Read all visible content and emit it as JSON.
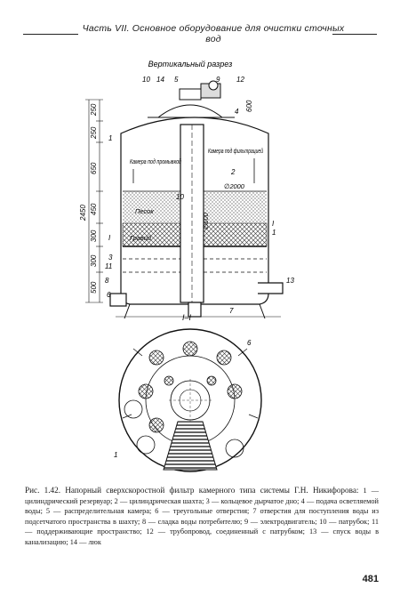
{
  "header": {
    "title": "Часть VII. Основное оборудование для очистки сточных вод"
  },
  "figure": {
    "section_title": "Вертикальный разрез",
    "section_mark": "I–I",
    "dims_left": [
      "250",
      "250",
      "650",
      "450",
      "300",
      "300",
      "500",
      "2450"
    ],
    "dims_right": [
      "600"
    ],
    "dim_inner": [
      "∅2000",
      "∅600"
    ],
    "labels": {
      "chamber_wash": "Камера под промывкой",
      "chamber_filter": "Камера под фильтрацией",
      "sand": "Песок",
      "gravel": "Гравий",
      "mark_I": "I",
      "mark_I2": "I"
    },
    "callouts": [
      "10",
      "14",
      "5",
      "9",
      "12",
      "4",
      "1",
      "2",
      "10",
      "1",
      "3",
      "11",
      "8",
      "6",
      "13",
      "7",
      "6",
      "1"
    ]
  },
  "caption": {
    "lead": "Рис. 1.42. Напорный сверхскоростной фильтр камерного типа системы Г.Н. Никифорова:",
    "legend": "1 — цилиндрический резервуар; 2 — цилиндрическая шахта; 3 — кольцевое дырчатое дно; 4 — подача осветляемой воды; 5 — распределительная камера; 6 — треугольные отверстия; 7 отверстия для поступления воды из подсетчатого пространства в шахту; 8 — сладка воды потребителю; 9 — электродвигатель; 10 — патрубок; 11 — поддерживающие пространство; 12 — трубопровод, соединенный с патрубком; 13 — спуск воды в канализацию; 14 — люк"
  },
  "page_number": "481"
}
